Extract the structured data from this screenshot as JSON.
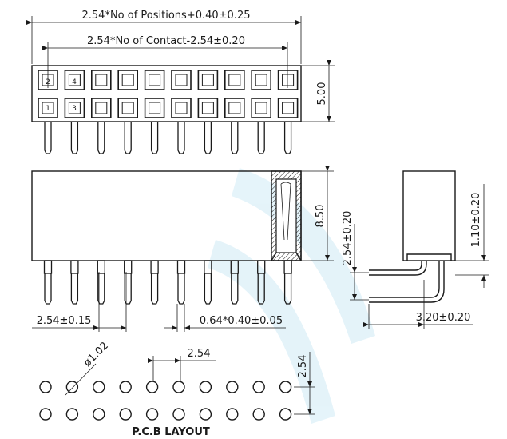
{
  "labels": {
    "overall_length": "2.54*No of Positions+0.40±0.25",
    "contact_span": "2.54*No of Contact-2.54±0.20",
    "height_top": "5.00",
    "body_height": "8.50",
    "tail_height": "2.54±0.20",
    "side_height": "1.10±0.20",
    "pitch_front": "2.54±0.15",
    "pin_size": "0.64*0.40±0.05",
    "side_offset": "3.20±0.20",
    "hole_dia": "ø1.02",
    "pcb_pitch_x": "2.54",
    "pcb_pitch_y": "2.54",
    "pcb_title": "P.C.B  LAYOUT"
  },
  "pin_numbers": {
    "top_row": [
      "2",
      "4"
    ],
    "bottom_row": [
      "1",
      "3"
    ]
  },
  "colors": {
    "line": "#1a1a1a",
    "watermark": "#2aa3d6"
  }
}
